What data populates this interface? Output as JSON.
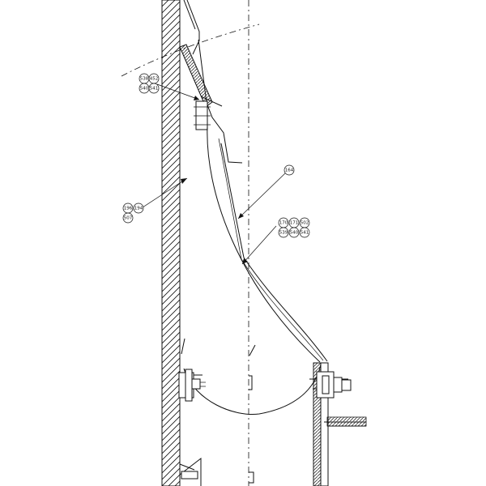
{
  "callouts": {
    "group_top": [
      "538",
      "452",
      "540",
      "541"
    ],
    "group_left": [
      "196",
      "194",
      "507"
    ],
    "single": "164",
    "group_right": [
      "170",
      "171",
      "502",
      "539",
      "540",
      "541"
    ]
  }
}
